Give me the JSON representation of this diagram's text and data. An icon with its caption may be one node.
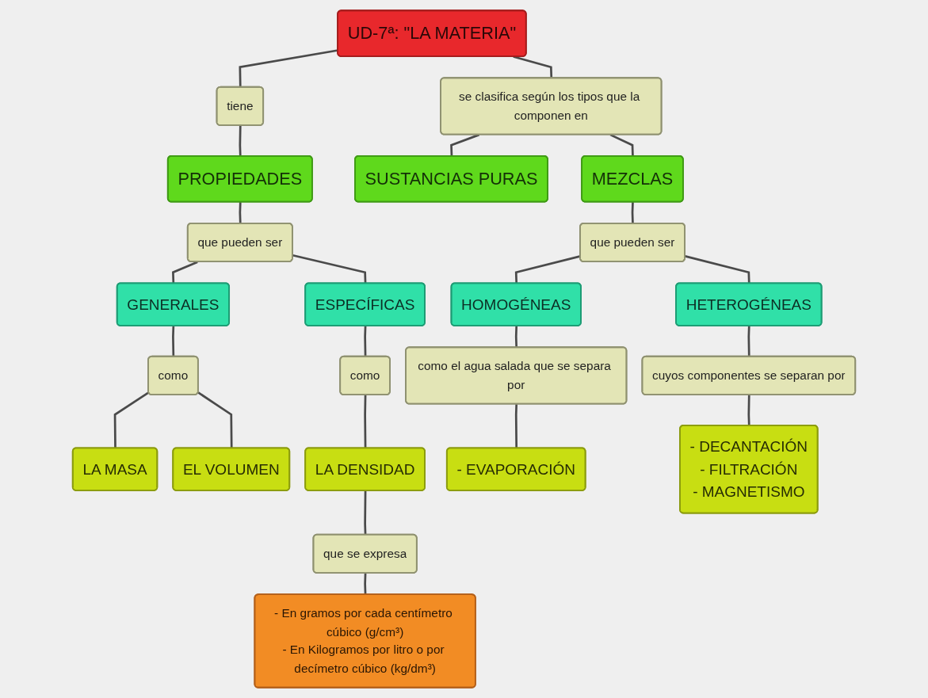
{
  "diagram": {
    "nodes": [
      {
        "text": [
          "UD-7ª: \"LA MATERIA\""
        ]
      },
      {
        "text": [
          "tiene"
        ]
      },
      {
        "text": [
          "se clasifica según los tipos que la componen en"
        ]
      },
      {
        "text": [
          "PROPIEDADES"
        ]
      },
      {
        "text": [
          "SUSTANCIAS PURAS"
        ]
      },
      {
        "text": [
          "MEZCLAS"
        ]
      },
      {
        "text": [
          "que pueden ser"
        ]
      },
      {
        "text": [
          "que pueden ser"
        ]
      },
      {
        "text": [
          "GENERALES"
        ]
      },
      {
        "text": [
          "ESPECÍFICAS"
        ]
      },
      {
        "text": [
          "HOMOGÉNEAS"
        ]
      },
      {
        "text": [
          "HETEROGÉNEAS"
        ]
      },
      {
        "text": [
          "como"
        ]
      },
      {
        "text": [
          "como"
        ]
      },
      {
        "text": [
          "como el agua salada que se separa por"
        ]
      },
      {
        "text": [
          "cuyos componentes se separan por"
        ]
      },
      {
        "text": [
          "LA MASA"
        ]
      },
      {
        "text": [
          "EL VOLUMEN"
        ]
      },
      {
        "text": [
          "LA DENSIDAD"
        ]
      },
      {
        "text": [
          "- EVAPORACIÓN"
        ]
      },
      {
        "text": [
          "- DECANTACIÓN",
          "- FILTRACIÓN",
          "- MAGNETISMO"
        ]
      },
      {
        "text": [
          "que se expresa"
        ]
      },
      {
        "text": [
          "- En gramos por cada centímetro cúbico (g/cm³)",
          "- En Kilogramos por litro o por decímetro cúbico (kg/dm³)"
        ]
      }
    ],
    "edges": [
      {
        "from": 0,
        "to": 1,
        "arrow": "none"
      },
      {
        "from": 0,
        "to": 2,
        "arrow": "none"
      },
      {
        "from": 1,
        "to": 3,
        "arrow": "none"
      },
      {
        "from": 2,
        "to": 4,
        "arrow": "none"
      },
      {
        "from": 2,
        "to": 5,
        "arrow": "none"
      },
      {
        "from": 3,
        "to": 6,
        "arrow": "none"
      },
      {
        "from": 5,
        "to": 7,
        "arrow": "none"
      },
      {
        "from": 6,
        "to": 8,
        "arrow": "none"
      },
      {
        "from": 6,
        "to": 9,
        "arrow": "none"
      },
      {
        "from": 7,
        "to": 10,
        "arrow": "none"
      },
      {
        "from": 7,
        "to": 11,
        "arrow": "none"
      },
      {
        "from": 8,
        "to": 12,
        "arrow": "none"
      },
      {
        "from": 9,
        "to": 13,
        "arrow": "none"
      },
      {
        "from": 10,
        "to": 14,
        "arrow": "none"
      },
      {
        "from": 11,
        "to": 15,
        "arrow": "none"
      },
      {
        "from": 12,
        "to": 16,
        "arrow": "none"
      },
      {
        "from": 12,
        "to": 17,
        "arrow": "none"
      },
      {
        "from": 13,
        "to": 18,
        "arrow": "none"
      },
      {
        "from": 14,
        "to": 19,
        "arrow": "none"
      },
      {
        "from": 15,
        "to": 20,
        "arrow": "none"
      },
      {
        "from": 18,
        "to": 21,
        "arrow": "none"
      },
      {
        "from": 21,
        "to": 22,
        "arrow": "none"
      }
    ]
  }
}
